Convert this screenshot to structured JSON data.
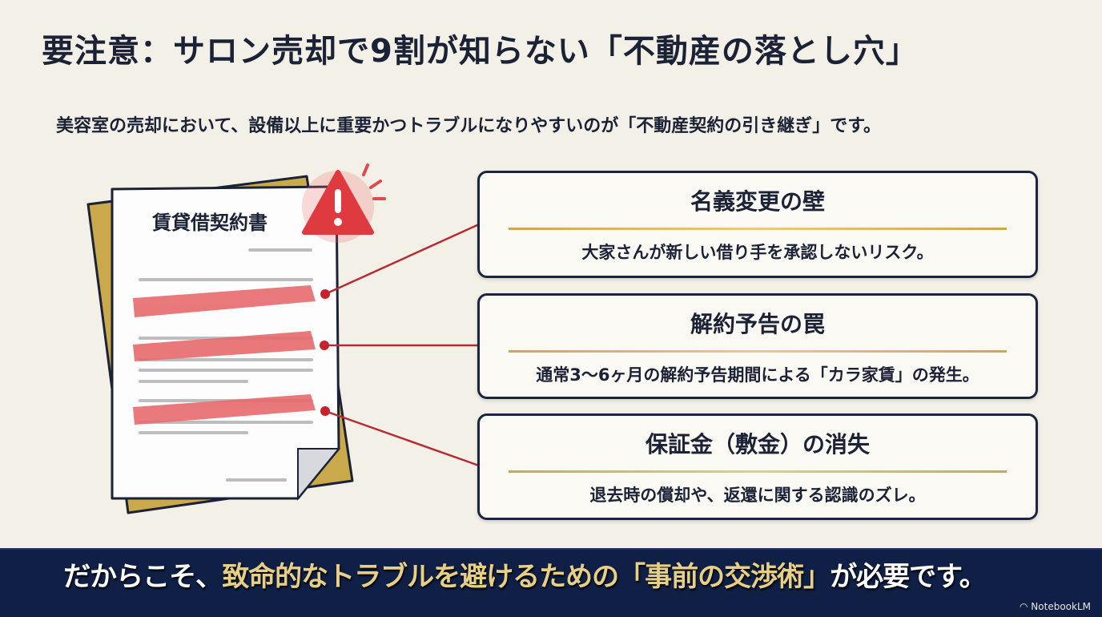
{
  "title": "要注意：サロン売却で9割が知らない「不動産の落とし穴」",
  "intro": "美容室の売却において、設備以上に重要かつトラブルになりやすいのが「不動産契約の引き継ぎ」です。",
  "document": {
    "title": "賃貸借契約書",
    "warning_icon": "warning-triangle-icon"
  },
  "cards": [
    {
      "title": "名義変更の壁",
      "text": "大家さんが新しい借り手を承認しないリスク。"
    },
    {
      "title": "解約予告の罠",
      "text": "通常3〜6ヶ月の解約予告期間による「カラ家賃」の発生。"
    },
    {
      "title": "保証金（敷金）の消失",
      "text": "退去時の償却や、返還に関する認識のズレ。"
    }
  ],
  "footer": {
    "pre": "だからこそ、",
    "highlight": "致命的なトラブルを避けるための「事前の交渉術」",
    "post": "が必要です。"
  },
  "brand": "NotebookLM",
  "colors": {
    "navy": "#1b2540",
    "gold": "#c9a94f",
    "red": "#d9363e",
    "background": "#f3f0e7"
  }
}
